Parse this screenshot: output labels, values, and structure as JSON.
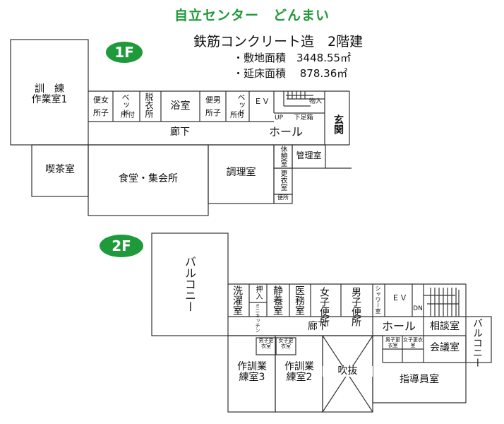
{
  "header": {
    "title": "自立センター　どんまい",
    "structure": "鉄筋コンクリート造　2階建",
    "site_area": "・敷地面積　3448.55㎡",
    "floor_area": "・延床面積　 878.36㎡"
  },
  "floor1": {
    "badge": "1F",
    "rooms": {
      "training1": "訓　練\n作業室1",
      "toilet_f": "便女\n所子",
      "bed_toilet1": "ベッド",
      "bed_toilet1_b": "所付",
      "dressing": "脱衣所",
      "bath": "浴室",
      "toilet_m": "便男\n所子",
      "bed_toilet2": "ベッド",
      "bed_toilet2_b": "所付",
      "ev": "ＥＶ",
      "loading": "物入",
      "up": "UP",
      "shoe": "下足箱",
      "entrance": "玄関",
      "corridor": "廊下",
      "hall": "ホール",
      "cafe": "喫茶室",
      "dining": "食堂・集会所",
      "kitchen": "調理室",
      "break_room": "休憩室",
      "office": "管理室",
      "locker": "更衣室",
      "toilet_small": "便所"
    }
  },
  "floor2": {
    "badge": "2F",
    "rooms": {
      "balcony_left": "バルコニー",
      "laundry": "洗濯室",
      "closet": "押入",
      "mini_kitchen": "ミニキッチン",
      "rest": "静養室",
      "medical": "医務室",
      "toilet_f": "女子便所",
      "toilet_m": "男子便所",
      "shower": "シャワー室",
      "ev": "ＥＶ",
      "dn": "DN",
      "corridor": "廊下",
      "hall": "ホール",
      "consult": "相談室",
      "balcony_right": "バルコニー",
      "locker_m": "男子更衣室",
      "locker_f": "女子更衣室",
      "meeting": "会議室",
      "training3": "作訓業練室3",
      "training2": "作訓業練室2",
      "atrium": "吹抜",
      "staff": "指導員室",
      "locker_m2": "男子更衣室",
      "locker_f2": "女子更衣室"
    }
  },
  "colors": {
    "accent": "#1f9a3a",
    "line": "#333333"
  }
}
